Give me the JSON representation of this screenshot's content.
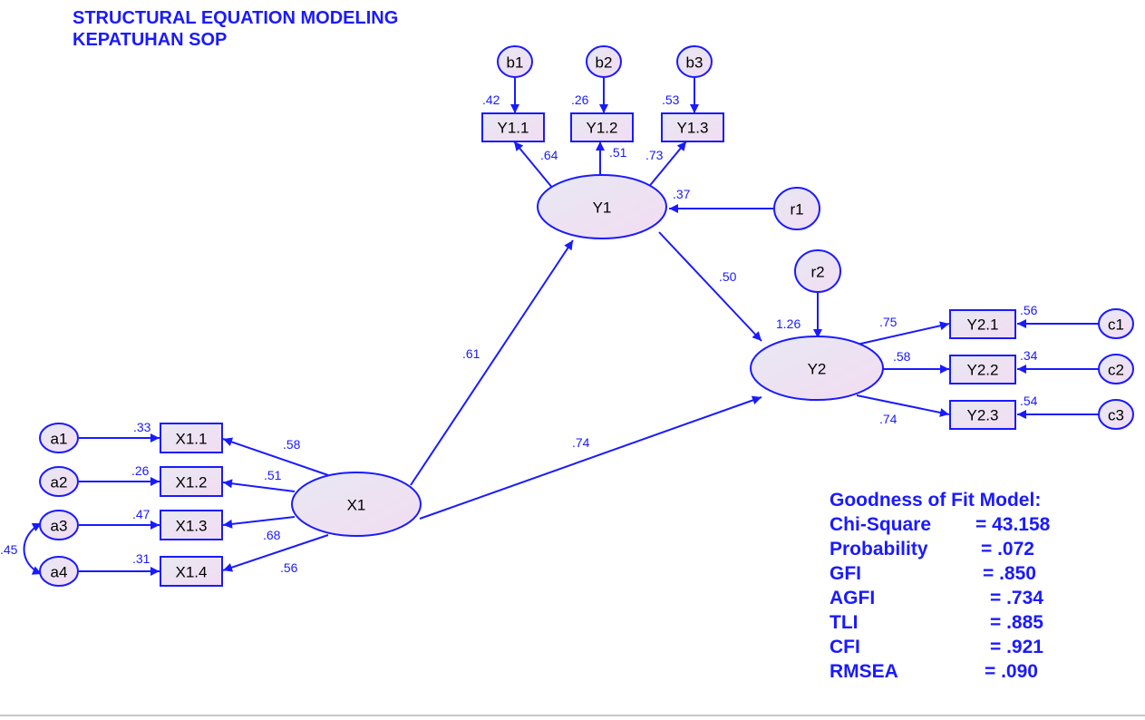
{
  "title": {
    "line1": "STRUCTURAL EQUATION MODELING",
    "line2": "KEPATUHAN SOP"
  },
  "colors": {
    "accent": "#1a1aff",
    "node_fill_start": "#e8e8f2",
    "node_fill_end": "#f2dcf2"
  },
  "nodes": {
    "latent": [
      "X1",
      "Y1",
      "Y2"
    ],
    "indicators": [
      "X1.1",
      "X1.2",
      "X1.3",
      "X1.4",
      "Y1.1",
      "Y1.2",
      "Y1.3",
      "Y2.1",
      "Y2.2",
      "Y2.3"
    ],
    "errors": [
      "a1",
      "a2",
      "a3",
      "a4",
      "b1",
      "b2",
      "b3",
      "c1",
      "c2",
      "c3"
    ],
    "disturbances": [
      "r1",
      "r2"
    ]
  },
  "paths": {
    "structural": [
      {
        "from": "X1",
        "to": "Y1",
        "coef": ".61"
      },
      {
        "from": "X1",
        "to": "Y2",
        "coef": ".74"
      },
      {
        "from": "Y1",
        "to": "Y2",
        "coef": ".50"
      }
    ],
    "loadings": [
      {
        "latent": "X1",
        "indicator": "X1.1",
        "loading": ".58",
        "r2": ".33"
      },
      {
        "latent": "X1",
        "indicator": "X1.2",
        "loading": ".51",
        "r2": ".26"
      },
      {
        "latent": "X1",
        "indicator": "X1.3",
        "loading": ".68",
        "r2": ".47"
      },
      {
        "latent": "X1",
        "indicator": "X1.4",
        "loading": ".56",
        "r2": ".31"
      },
      {
        "latent": "Y1",
        "indicator": "Y1.1",
        "loading": ".64",
        "r2": ".42"
      },
      {
        "latent": "Y1",
        "indicator": "Y1.2",
        "loading": ".51",
        "r2": ".26"
      },
      {
        "latent": "Y1",
        "indicator": "Y1.3",
        "loading": ".73",
        "r2": ".53"
      },
      {
        "latent": "Y2",
        "indicator": "Y2.1",
        "loading": ".75",
        "r2": ".56"
      },
      {
        "latent": "Y2",
        "indicator": "Y2.2",
        "loading": ".58",
        "r2": ".34"
      },
      {
        "latent": "Y2",
        "indicator": "Y2.3",
        "loading": ".74",
        "r2": ".54"
      }
    ],
    "latent_r2": {
      "Y1": ".37",
      "Y2": "1.26"
    },
    "error_covariance": {
      "between": [
        "a3",
        "a4"
      ],
      "value": ".45"
    }
  },
  "fit": {
    "heading": "Goodness of Fit Model:",
    "rows": [
      {
        "label": "Chi-Square",
        "value": "= 43.158"
      },
      {
        "label": "Probability",
        "value": "= .072"
      },
      {
        "label": "GFI",
        "value": "= .850"
      },
      {
        "label": "AGFI",
        "value": "= .734"
      },
      {
        "label": "TLI",
        "value": "= .885"
      },
      {
        "label": "CFI",
        "value": "= .921"
      },
      {
        "label": "RMSEA",
        "value": "= .090"
      }
    ]
  }
}
